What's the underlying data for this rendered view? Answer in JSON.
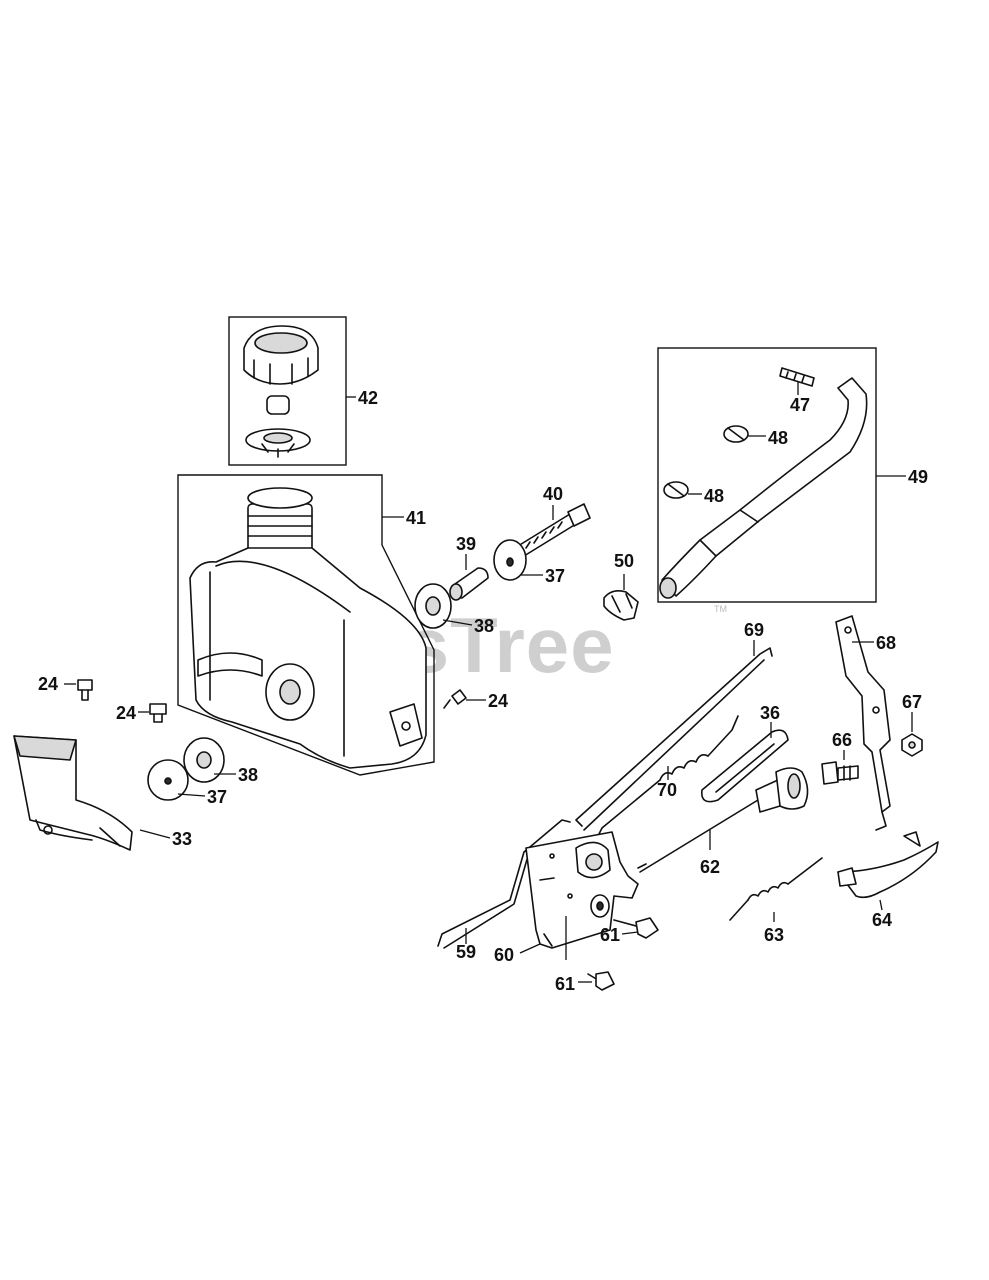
{
  "watermark": {
    "text": "PartsTree",
    "trademark": "TM"
  },
  "labels": {
    "l24a": "24",
    "l24b": "24",
    "l24c": "24",
    "l33": "33",
    "l36": "36",
    "l37a": "37",
    "l37b": "37",
    "l38a": "38",
    "l38b": "38",
    "l39": "39",
    "l40": "40",
    "l41": "41",
    "l42": "42",
    "l47": "47",
    "l48a": "48",
    "l48b": "48",
    "l49": "49",
    "l50": "50",
    "l59": "59",
    "l60": "60",
    "l61a": "61",
    "l61b": "61",
    "l62": "62",
    "l63": "63",
    "l64": "64",
    "l66": "66",
    "l67": "67",
    "l68": "68",
    "l69": "69",
    "l70": "70"
  }
}
